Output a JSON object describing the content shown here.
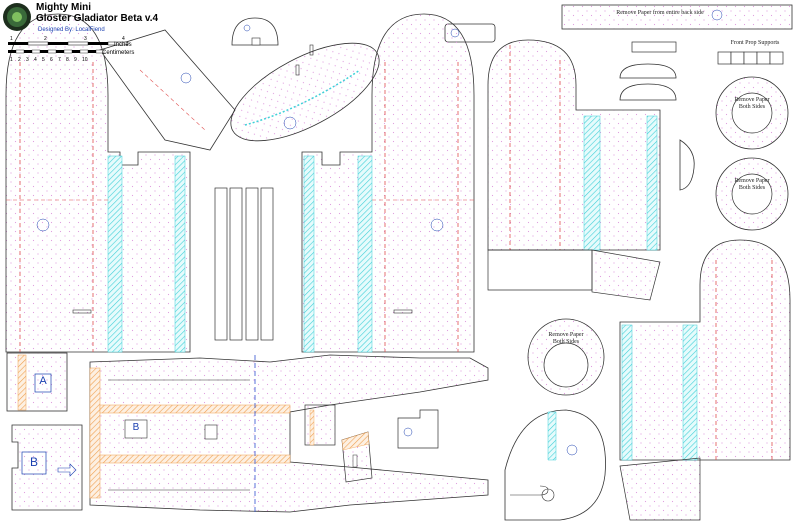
{
  "header": {
    "title_line1": "Mighty Mini",
    "title_line2": "Gloster Gladiator Beta v.4",
    "designer": "Designed By: LocalFiend"
  },
  "scale": {
    "inch_ticks": [
      "1",
      "2",
      "3",
      "4"
    ],
    "inches_label": "Inches",
    "cm_ticks": [
      "1",
      "2",
      "3",
      "4",
      "5",
      "6",
      "7",
      "8",
      "9",
      "10"
    ],
    "cm_label": "Centimeters"
  },
  "labels": {
    "remove_back": "Remove Paper from entire back side",
    "front_prop": "Front Prop Supports",
    "remove_both_1": "Remove Paper Both Sides",
    "remove_both_2": "Remove Paper Both Sides",
    "remove_both_3": "Remove Paper Both Sides",
    "part_a": "A",
    "part_b1": "B",
    "part_b2": "B"
  },
  "colors": {
    "outline": "#333333",
    "dash_red": "#e05050",
    "hatch_cyan": "#40d0d8",
    "hatch_orange": "#f0a050",
    "dots_pink": "#e0a0e0",
    "text_blue": "#1a3fb0",
    "fold_blue": "#3050d0"
  }
}
